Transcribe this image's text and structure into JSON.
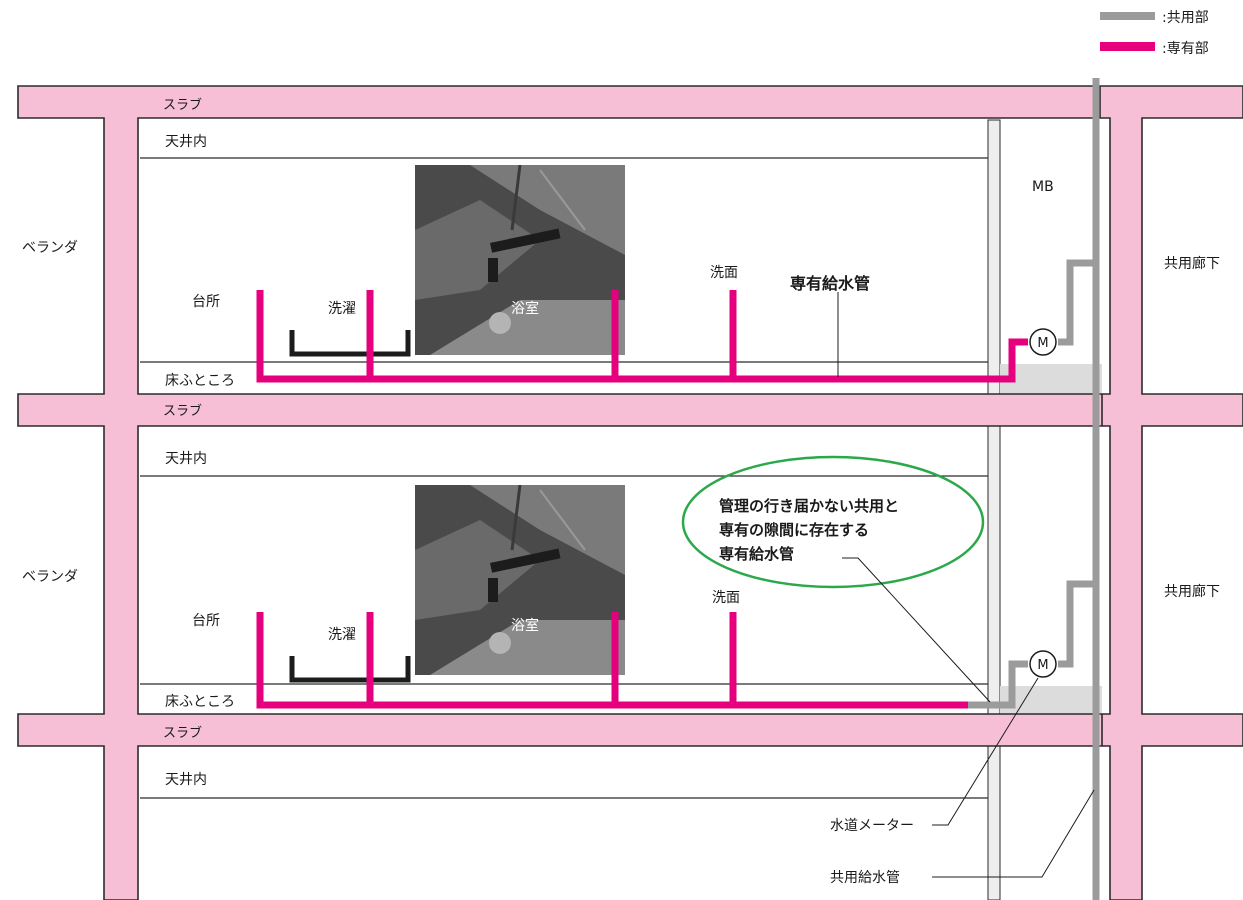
{
  "legend": {
    "items": [
      {
        "label": ":共用部",
        "color": "#9b9b9b"
      },
      {
        "label": ":専有部",
        "color": "#e6007e"
      }
    ]
  },
  "colors": {
    "structure_fill": "#f7bfd6",
    "structure_stroke": "#2b2b2b",
    "private_pipe": "#e6007e",
    "shared_pipe": "#9b9b9b",
    "meter_box_fill": "#dcdcdc",
    "callout_ellipse": "#2aa84a",
    "photo_dark": "#4a4a4a"
  },
  "labels": {
    "slab": "スラブ",
    "ceiling": "天井内",
    "underfloor": "床ふところ",
    "veranda": "ベランダ",
    "corridor": "共用廊下",
    "mb": "MB",
    "kitchen": "台所",
    "laundry": "洗濯",
    "bath": "浴室",
    "washbasin": "洗面",
    "meter_symbol": "M"
  },
  "annotations": {
    "private_pipe": "専有給水管",
    "gap_callout_lines": [
      "管理の行き届かない共用と",
      "専有の隙間に存在する",
      "専有給水管"
    ],
    "water_meter": "水道メーター",
    "shared_pipe": "共用給水管"
  },
  "photo": {
    "icon": "bathroom-photo"
  }
}
